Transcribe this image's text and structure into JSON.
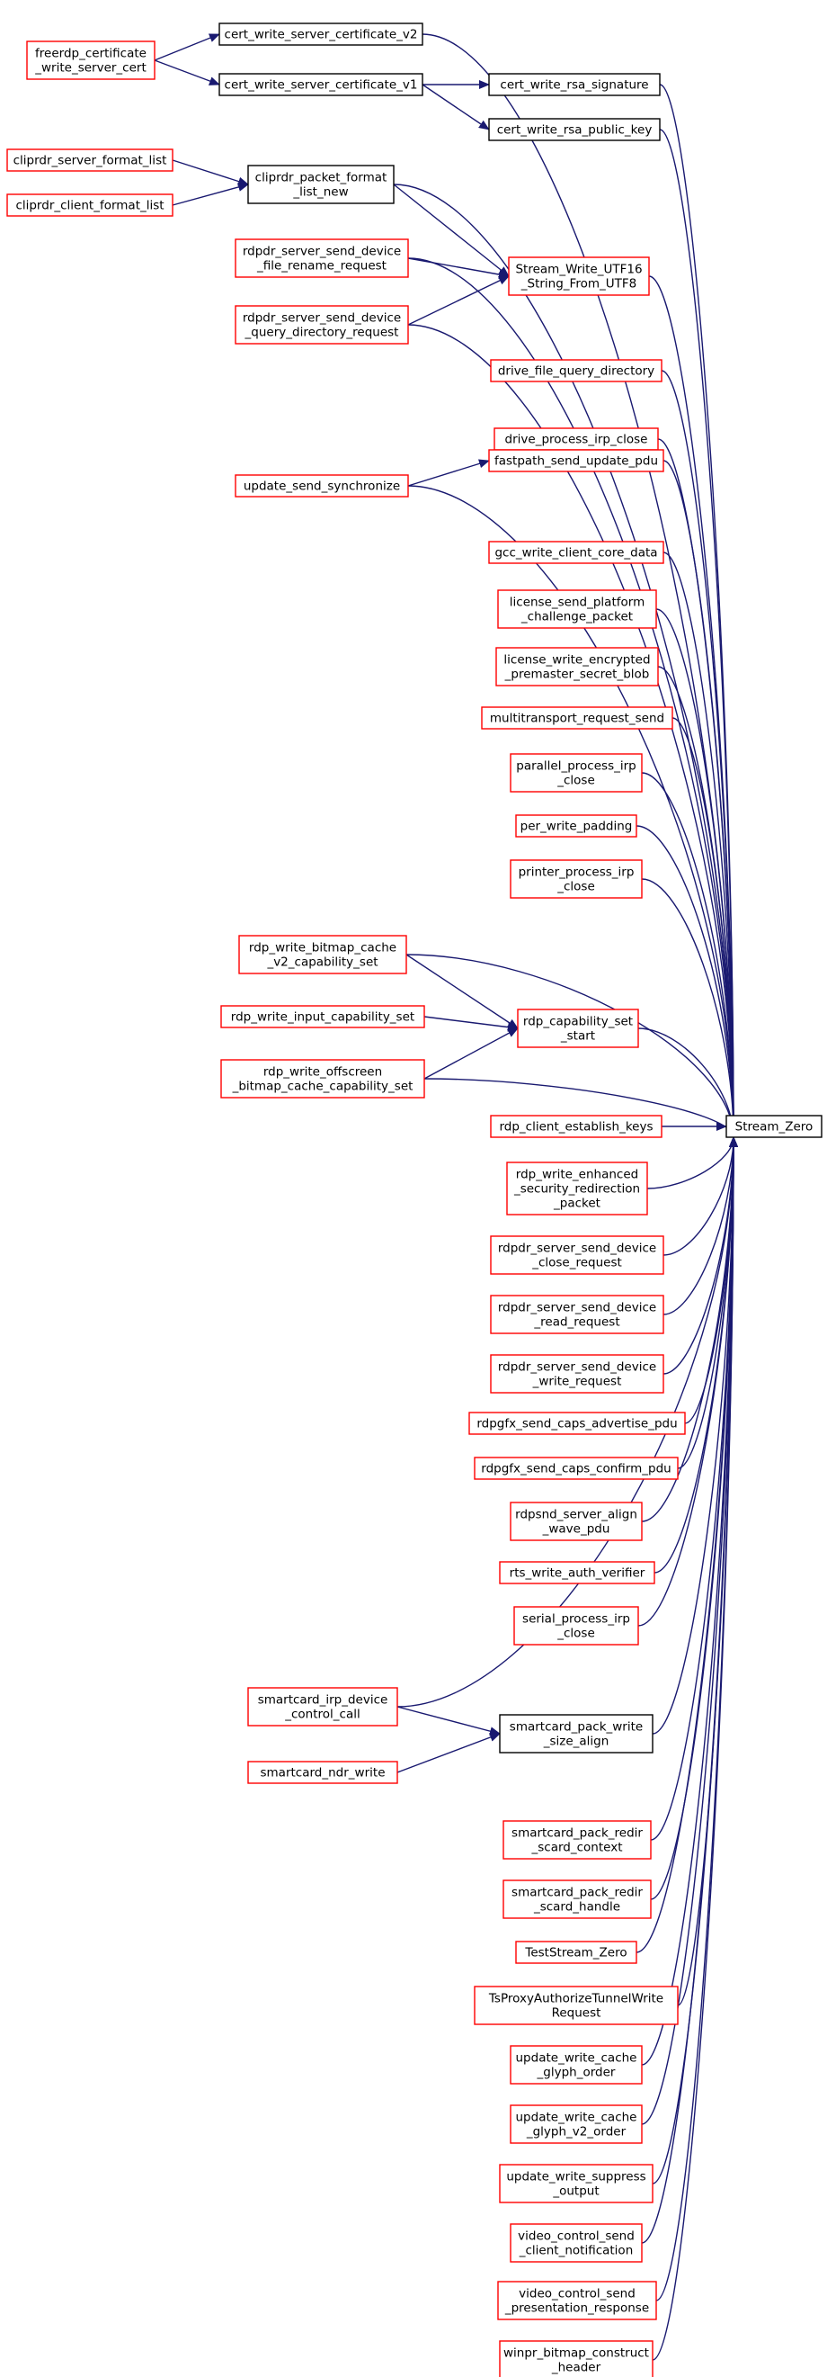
{
  "colors": {
    "edge": "#191970",
    "caller_border": "#ff0000",
    "plain_border": "#000000",
    "focus_fill": "#bfbfbf"
  },
  "nodes": {
    "stream_zero": {
      "lines": [
        "Stream_Zero"
      ],
      "kind": "focus"
    },
    "cert_v2": {
      "lines": [
        "cert_write_server_certificate_v2"
      ],
      "kind": "plain"
    },
    "cert_v1": {
      "lines": [
        "cert_write_server_certificate_v1"
      ],
      "kind": "plain"
    },
    "cert_rsa_sig": {
      "lines": [
        "cert_write_rsa_signature"
      ],
      "kind": "plain"
    },
    "cert_rsa_pub": {
      "lines": [
        "cert_write_rsa_public_key"
      ],
      "kind": "plain"
    },
    "freerdp_cert": {
      "lines": [
        "freerdp_certificate",
        "_write_server_cert"
      ],
      "kind": "caller"
    },
    "cliprdr_server": {
      "lines": [
        "cliprdr_server_format_list"
      ],
      "kind": "caller"
    },
    "cliprdr_client": {
      "lines": [
        "cliprdr_client_format_list"
      ],
      "kind": "caller"
    },
    "cliprdr_packet": {
      "lines": [
        "cliprdr_packet_format",
        "_list_new"
      ],
      "kind": "plain"
    },
    "stream_write_utf16": {
      "lines": [
        "Stream_Write_UTF16",
        "_String_From_UTF8"
      ],
      "kind": "caller"
    },
    "rdpdr_rename": {
      "lines": [
        "rdpdr_server_send_device",
        "_file_rename_request"
      ],
      "kind": "caller"
    },
    "rdpdr_query": {
      "lines": [
        "rdpdr_server_send_device",
        "_query_directory_request"
      ],
      "kind": "caller"
    },
    "drive_query": {
      "lines": [
        "drive_file_query_directory"
      ],
      "kind": "caller"
    },
    "drive_close": {
      "lines": [
        "drive_process_irp_close"
      ],
      "kind": "caller"
    },
    "fastpath_update": {
      "lines": [
        "fastpath_send_update_pdu"
      ],
      "kind": "caller"
    },
    "update_sync": {
      "lines": [
        "update_send_synchronize"
      ],
      "kind": "caller"
    },
    "gcc_core": {
      "lines": [
        "gcc_write_client_core_data"
      ],
      "kind": "caller"
    },
    "license_platform": {
      "lines": [
        "license_send_platform",
        "_challenge_packet"
      ],
      "kind": "caller"
    },
    "license_premaster": {
      "lines": [
        "license_write_encrypted",
        "_premaster_secret_blob"
      ],
      "kind": "caller"
    },
    "multitransport": {
      "lines": [
        "multitransport_request_send"
      ],
      "kind": "caller"
    },
    "parallel_close": {
      "lines": [
        "parallel_process_irp",
        "_close"
      ],
      "kind": "caller"
    },
    "per_padding": {
      "lines": [
        "per_write_padding"
      ],
      "kind": "caller"
    },
    "printer_close": {
      "lines": [
        "printer_process_irp",
        "_close"
      ],
      "kind": "caller"
    },
    "bitmap_cache_v2": {
      "lines": [
        "rdp_write_bitmap_cache",
        "_v2_capability_set"
      ],
      "kind": "caller"
    },
    "input_cap": {
      "lines": [
        "rdp_write_input_capability_set"
      ],
      "kind": "caller"
    },
    "offscreen_cap": {
      "lines": [
        "rdp_write_offscreen",
        "_bitmap_cache_capability_set"
      ],
      "kind": "caller"
    },
    "cap_set_start": {
      "lines": [
        "rdp_capability_set",
        "_start"
      ],
      "kind": "caller"
    },
    "client_keys": {
      "lines": [
        "rdp_client_establish_keys"
      ],
      "kind": "caller"
    },
    "enhanced_sec": {
      "lines": [
        "rdp_write_enhanced",
        "_security_redirection",
        "_packet"
      ],
      "kind": "caller"
    },
    "rdpdr_close": {
      "lines": [
        "rdpdr_server_send_device",
        "_close_request"
      ],
      "kind": "caller"
    },
    "rdpdr_read": {
      "lines": [
        "rdpdr_server_send_device",
        "_read_request"
      ],
      "kind": "caller"
    },
    "rdpdr_write": {
      "lines": [
        "rdpdr_server_send_device",
        "_write_request"
      ],
      "kind": "caller"
    },
    "rdpgfx_advertise": {
      "lines": [
        "rdpgfx_send_caps_advertise_pdu"
      ],
      "kind": "caller"
    },
    "rdpgfx_confirm": {
      "lines": [
        "rdpgfx_send_caps_confirm_pdu"
      ],
      "kind": "caller"
    },
    "rdpsnd_align": {
      "lines": [
        "rdpsnd_server_align",
        "_wave_pdu"
      ],
      "kind": "caller"
    },
    "rts_auth": {
      "lines": [
        "rts_write_auth_verifier"
      ],
      "kind": "caller"
    },
    "serial_close": {
      "lines": [
        "serial_process_irp",
        "_close"
      ],
      "kind": "caller"
    },
    "smartcard_irp": {
      "lines": [
        "smartcard_irp_device",
        "_control_call"
      ],
      "kind": "caller"
    },
    "smartcard_ndr": {
      "lines": [
        "smartcard_ndr_write"
      ],
      "kind": "caller"
    },
    "smartcard_align": {
      "lines": [
        "smartcard_pack_write",
        "_size_align"
      ],
      "kind": "plain"
    },
    "smartcard_context": {
      "lines": [
        "smartcard_pack_redir",
        "_scard_context"
      ],
      "kind": "caller"
    },
    "smartcard_handle": {
      "lines": [
        "smartcard_pack_redir",
        "_scard_handle"
      ],
      "kind": "caller"
    },
    "test_stream_zero": {
      "lines": [
        "TestStream_Zero"
      ],
      "kind": "caller"
    },
    "tsproxy": {
      "lines": [
        "TsProxyAuthorizeTunnelWrite",
        "Request"
      ],
      "kind": "caller"
    },
    "glyph_order": {
      "lines": [
        "update_write_cache",
        "_glyph_order"
      ],
      "kind": "caller"
    },
    "glyph_v2_order": {
      "lines": [
        "update_write_cache",
        "_glyph_v2_order"
      ],
      "kind": "caller"
    },
    "suppress_output": {
      "lines": [
        "update_write_suppress",
        "_output"
      ],
      "kind": "caller"
    },
    "video_notification": {
      "lines": [
        "video_control_send",
        "_client_notification"
      ],
      "kind": "caller"
    },
    "video_presentation": {
      "lines": [
        "video_control_send",
        "_presentation_response"
      ],
      "kind": "caller"
    },
    "winpr_bitmap": {
      "lines": [
        "winpr_bitmap_construct",
        "_header"
      ],
      "kind": "caller"
    }
  },
  "edges": [
    [
      "freerdp_cert",
      "cert_v2"
    ],
    [
      "freerdp_cert",
      "cert_v1"
    ],
    [
      "cert_v1",
      "cert_rsa_sig"
    ],
    [
      "cert_v1",
      "cert_rsa_pub"
    ],
    [
      "cliprdr_server",
      "cliprdr_packet"
    ],
    [
      "cliprdr_client",
      "cliprdr_packet"
    ],
    [
      "cliprdr_packet",
      "stream_write_utf16"
    ],
    [
      "rdpdr_rename",
      "stream_write_utf16"
    ],
    [
      "rdpdr_query",
      "stream_write_utf16"
    ],
    [
      "update_sync",
      "fastpath_update"
    ],
    [
      "bitmap_cache_v2",
      "cap_set_start"
    ],
    [
      "input_cap",
      "cap_set_start"
    ],
    [
      "offscreen_cap",
      "cap_set_start"
    ],
    [
      "smartcard_irp",
      "smartcard_align"
    ],
    [
      "smartcard_ndr",
      "smartcard_align"
    ],
    [
      "cert_v2",
      "stream_zero"
    ],
    [
      "cert_rsa_sig",
      "stream_zero"
    ],
    [
      "cert_rsa_pub",
      "stream_zero"
    ],
    [
      "cliprdr_packet",
      "stream_zero"
    ],
    [
      "rdpdr_rename",
      "stream_zero"
    ],
    [
      "stream_write_utf16",
      "stream_zero"
    ],
    [
      "rdpdr_query",
      "stream_zero"
    ],
    [
      "drive_query",
      "stream_zero"
    ],
    [
      "drive_close",
      "stream_zero"
    ],
    [
      "fastpath_update",
      "stream_zero"
    ],
    [
      "update_sync",
      "stream_zero"
    ],
    [
      "gcc_core",
      "stream_zero"
    ],
    [
      "license_platform",
      "stream_zero"
    ],
    [
      "license_premaster",
      "stream_zero"
    ],
    [
      "multitransport",
      "stream_zero"
    ],
    [
      "parallel_close",
      "stream_zero"
    ],
    [
      "per_padding",
      "stream_zero"
    ],
    [
      "printer_close",
      "stream_zero"
    ],
    [
      "bitmap_cache_v2",
      "stream_zero"
    ],
    [
      "cap_set_start",
      "stream_zero"
    ],
    [
      "offscreen_cap",
      "stream_zero"
    ],
    [
      "client_keys",
      "stream_zero"
    ],
    [
      "enhanced_sec",
      "stream_zero"
    ],
    [
      "rdpdr_close",
      "stream_zero"
    ],
    [
      "rdpdr_read",
      "stream_zero"
    ],
    [
      "rdpdr_write",
      "stream_zero"
    ],
    [
      "rdpgfx_advertise",
      "stream_zero"
    ],
    [
      "rdpgfx_confirm",
      "stream_zero"
    ],
    [
      "rdpsnd_align",
      "stream_zero"
    ],
    [
      "rts_auth",
      "stream_zero"
    ],
    [
      "serial_close",
      "stream_zero"
    ],
    [
      "smartcard_irp",
      "stream_zero"
    ],
    [
      "smartcard_align",
      "stream_zero"
    ],
    [
      "smartcard_context",
      "stream_zero"
    ],
    [
      "smartcard_handle",
      "stream_zero"
    ],
    [
      "test_stream_zero",
      "stream_zero"
    ],
    [
      "tsproxy",
      "stream_zero"
    ],
    [
      "glyph_order",
      "stream_zero"
    ],
    [
      "glyph_v2_order",
      "stream_zero"
    ],
    [
      "suppress_output",
      "stream_zero"
    ],
    [
      "video_notification",
      "stream_zero"
    ],
    [
      "video_presentation",
      "stream_zero"
    ],
    [
      "winpr_bitmap",
      "stream_zero"
    ]
  ]
}
